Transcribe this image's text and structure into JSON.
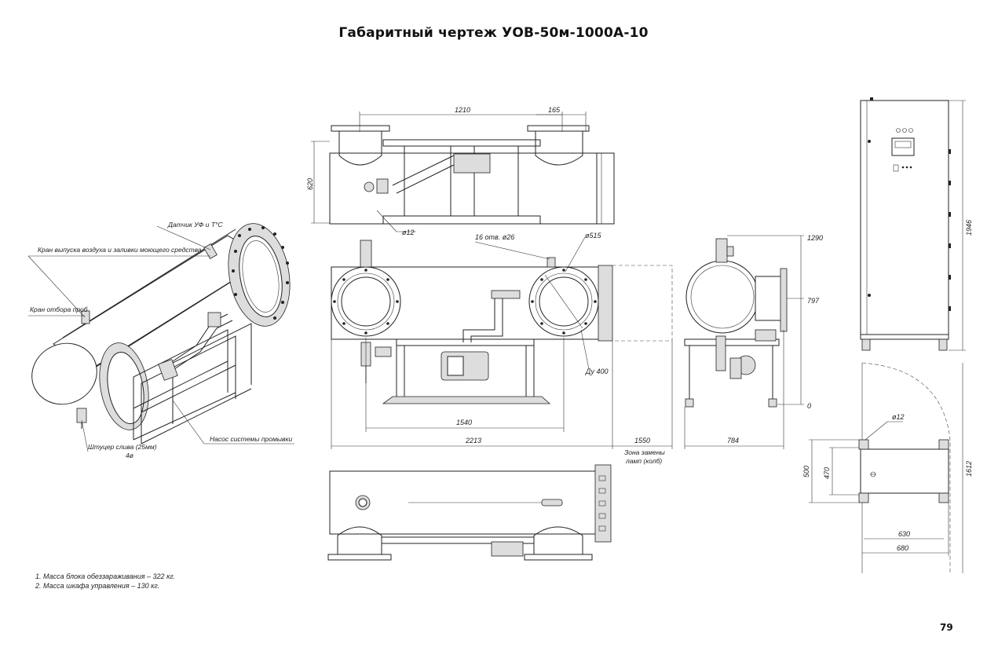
{
  "title": "Габаритный чертеж УОВ-50м-1000А-10",
  "page_number": "79",
  "dimensions": {
    "top_width": "1210",
    "top_flange": "165",
    "top_height": "620",
    "top_hole": "ø12",
    "holes": "16 отв. ø26",
    "flange_dia": "ø515",
    "nominal": "Ду 400",
    "base_len": "1540",
    "total_len": "2213",
    "lamp_zone": "1550",
    "side_width": "784",
    "h_1290": "1290",
    "h_797": "797",
    "h_0": "0",
    "cab_height": "1946",
    "cab_depth": "1612",
    "cab_hole": "ø12",
    "cab_500": "500",
    "cab_470": "470",
    "cab_630": "630",
    "cab_680": "680"
  },
  "labels": {
    "uv_sensor": "Датчик УФ и Т°С",
    "air_valve": "Кран выпуска воздуха и заливки моющего средства",
    "sample_valve": "Кран отбора проб",
    "drain": "Штуцер слива (25мм)",
    "drain_sub": "4ø",
    "pump": "Насос системы промывки",
    "lamp_zone_1": "Зона замены",
    "lamp_zone_2": "ламп (колб)"
  },
  "notes": {
    "note1": "1. Масса блока обеззараживания – 322 кг.",
    "note2": "2. Масса шкафа управления – 130 кг."
  }
}
